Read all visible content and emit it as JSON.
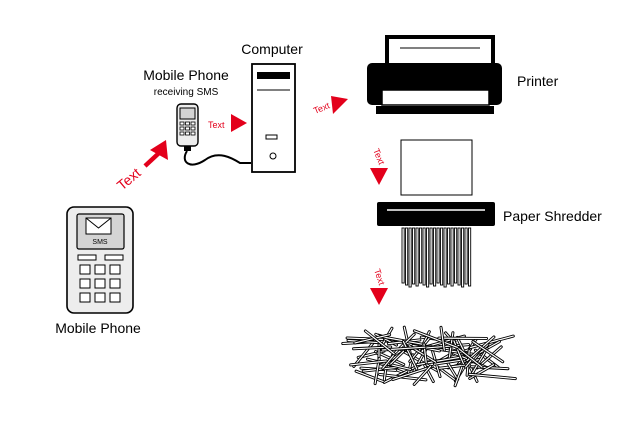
{
  "labels": {
    "computer": "Computer",
    "mobile_phone_top": "Mobile Phone",
    "receiving_sms": "receiving SMS",
    "printer": "Printer",
    "paper_shredder": "Paper Shredder",
    "mobile_phone_bottom": "Mobile Phone",
    "sms": "SMS"
  },
  "flow_labels": {
    "phone_to_receiver": "Text",
    "receiver_to_computer": "Text",
    "computer_to_printer": "Text",
    "printer_to_paper": "Text",
    "shredder_to_strips": "Text"
  },
  "colors": {
    "accent": "#e3001b",
    "ink": "#000000",
    "phone_body": "#ededed",
    "key": "#ffffff"
  }
}
